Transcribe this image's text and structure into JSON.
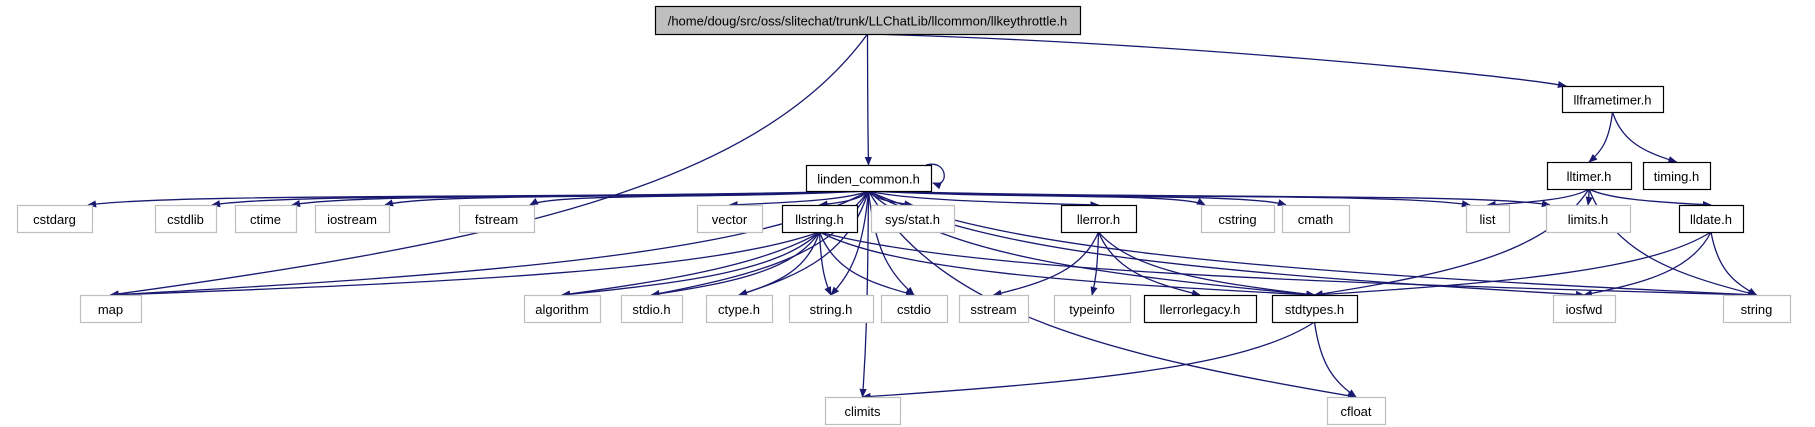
{
  "colors": {
    "edge": "#191970",
    "root_fill": "#bfbfbf",
    "local_border": "#000000",
    "system_border": "#bfbfbf"
  },
  "nodes": [
    {
      "id": "root",
      "label": "/home/doug/src/oss/slitechat/trunk/LLChatLib/llcommon/llkeythrottle.h",
      "kind": "root"
    },
    {
      "id": "llframetimer",
      "label": "llframetimer.h",
      "kind": "local"
    },
    {
      "id": "linden_common",
      "label": "linden_common.h",
      "kind": "local"
    },
    {
      "id": "lltimer",
      "label": "lltimer.h",
      "kind": "local"
    },
    {
      "id": "timing",
      "label": "timing.h",
      "kind": "local"
    },
    {
      "id": "cstdarg",
      "label": "cstdarg",
      "kind": "system"
    },
    {
      "id": "cstdlib",
      "label": "cstdlib",
      "kind": "system"
    },
    {
      "id": "ctime",
      "label": "ctime",
      "kind": "system"
    },
    {
      "id": "iostream",
      "label": "iostream",
      "kind": "system"
    },
    {
      "id": "fstream",
      "label": "fstream",
      "kind": "system"
    },
    {
      "id": "vector",
      "label": "vector",
      "kind": "system"
    },
    {
      "id": "llstring",
      "label": "llstring.h",
      "kind": "local"
    },
    {
      "id": "sysstat",
      "label": "sys/stat.h",
      "kind": "system"
    },
    {
      "id": "llerror",
      "label": "llerror.h",
      "kind": "local"
    },
    {
      "id": "cstring",
      "label": "cstring",
      "kind": "system"
    },
    {
      "id": "cmath",
      "label": "cmath",
      "kind": "system"
    },
    {
      "id": "list",
      "label": "list",
      "kind": "system"
    },
    {
      "id": "limits",
      "label": "limits.h",
      "kind": "system"
    },
    {
      "id": "lldate",
      "label": "lldate.h",
      "kind": "local"
    },
    {
      "id": "map",
      "label": "map",
      "kind": "system"
    },
    {
      "id": "algorithm",
      "label": "algorithm",
      "kind": "system"
    },
    {
      "id": "stdio",
      "label": "stdio.h",
      "kind": "system"
    },
    {
      "id": "ctype",
      "label": "ctype.h",
      "kind": "system"
    },
    {
      "id": "stringh",
      "label": "string.h",
      "kind": "system"
    },
    {
      "id": "cstdio",
      "label": "cstdio",
      "kind": "system"
    },
    {
      "id": "sstream",
      "label": "sstream",
      "kind": "system"
    },
    {
      "id": "typeinfo",
      "label": "typeinfo",
      "kind": "system"
    },
    {
      "id": "llerrorlegacy",
      "label": "llerrorlegacy.h",
      "kind": "local"
    },
    {
      "id": "stdtypes",
      "label": "stdtypes.h",
      "kind": "local"
    },
    {
      "id": "iosfwd",
      "label": "iosfwd",
      "kind": "system"
    },
    {
      "id": "string",
      "label": "string",
      "kind": "system"
    },
    {
      "id": "climits",
      "label": "climits",
      "kind": "system"
    },
    {
      "id": "cfloat",
      "label": "cfloat",
      "kind": "system"
    }
  ],
  "edges": [
    [
      "root",
      "map"
    ],
    [
      "root",
      "linden_common"
    ],
    [
      "root",
      "llframetimer"
    ],
    [
      "linden_common",
      "linden_common"
    ],
    [
      "linden_common",
      "cstdarg"
    ],
    [
      "linden_common",
      "cstdlib"
    ],
    [
      "linden_common",
      "ctime"
    ],
    [
      "linden_common",
      "iostream"
    ],
    [
      "linden_common",
      "fstream"
    ],
    [
      "linden_common",
      "map"
    ],
    [
      "linden_common",
      "algorithm"
    ],
    [
      "linden_common",
      "climits"
    ],
    [
      "linden_common",
      "stdio"
    ],
    [
      "linden_common",
      "ctype"
    ],
    [
      "linden_common",
      "vector"
    ],
    [
      "linden_common",
      "llstring"
    ],
    [
      "linden_common",
      "sysstat"
    ],
    [
      "linden_common",
      "stringh"
    ],
    [
      "linden_common",
      "cstdio"
    ],
    [
      "linden_common",
      "llerror"
    ],
    [
      "linden_common",
      "stdtypes"
    ],
    [
      "linden_common",
      "cstring"
    ],
    [
      "linden_common",
      "cmath"
    ],
    [
      "linden_common",
      "cfloat"
    ],
    [
      "linden_common",
      "list"
    ],
    [
      "linden_common",
      "limits"
    ],
    [
      "linden_common",
      "iosfwd"
    ],
    [
      "linden_common",
      "string"
    ],
    [
      "llstring",
      "map"
    ],
    [
      "llstring",
      "algorithm"
    ],
    [
      "llstring",
      "stdio"
    ],
    [
      "llstring",
      "ctype"
    ],
    [
      "llstring",
      "stringh"
    ],
    [
      "llstring",
      "cstdio"
    ],
    [
      "llstring",
      "stdtypes"
    ],
    [
      "llstring",
      "string"
    ],
    [
      "llerror",
      "sstream"
    ],
    [
      "llerror",
      "typeinfo"
    ],
    [
      "llerror",
      "llerrorlegacy"
    ],
    [
      "llerror",
      "stdtypes"
    ],
    [
      "stdtypes",
      "climits"
    ],
    [
      "stdtypes",
      "cfloat"
    ],
    [
      "llframetimer",
      "lltimer"
    ],
    [
      "llframetimer",
      "timing"
    ],
    [
      "lltimer",
      "list"
    ],
    [
      "lltimer",
      "limits"
    ],
    [
      "lltimer",
      "stdtypes"
    ],
    [
      "lltimer",
      "lldate"
    ],
    [
      "lltimer",
      "string"
    ],
    [
      "lldate",
      "stdtypes"
    ],
    [
      "lldate",
      "iosfwd"
    ],
    [
      "lldate",
      "string"
    ]
  ]
}
